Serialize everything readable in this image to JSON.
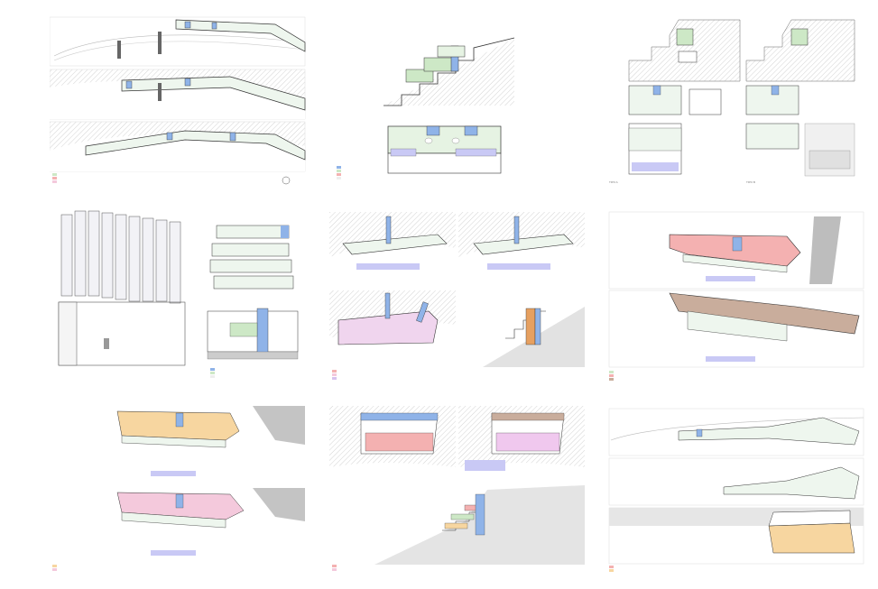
{
  "colors": {
    "blue": "#8fb3e8",
    "green": "#cde8c6",
    "red": "#f4b1b1",
    "pink": "#f4c9dc",
    "purple": "#d8c2ee",
    "orange": "#f7d6a0",
    "lilac": "#c9c9f5",
    "brown": "#c9ad9c",
    "grey": "#9a9a9a",
    "hatch": "#d9d9d9"
  },
  "sheets": [
    {
      "id": "s1",
      "kind": "plans-3-floors"
    },
    {
      "id": "s2",
      "kind": "section-and-plan"
    },
    {
      "id": "s3",
      "kind": "unit-sections-plans",
      "labels": [
        "TIPO A",
        "TIPO B"
      ]
    },
    {
      "id": "s4",
      "kind": "unit-stack-plans"
    },
    {
      "id": "s5",
      "kind": "four-plans"
    },
    {
      "id": "s6",
      "kind": "two-plans-red-brown"
    },
    {
      "id": "s7",
      "kind": "two-plans-orange-pink"
    },
    {
      "id": "s8",
      "kind": "plans-and-section"
    },
    {
      "id": "s9",
      "kind": "three-plans-orange"
    }
  ],
  "legend_swatches": [
    "blue",
    "green",
    "red",
    "grey"
  ]
}
